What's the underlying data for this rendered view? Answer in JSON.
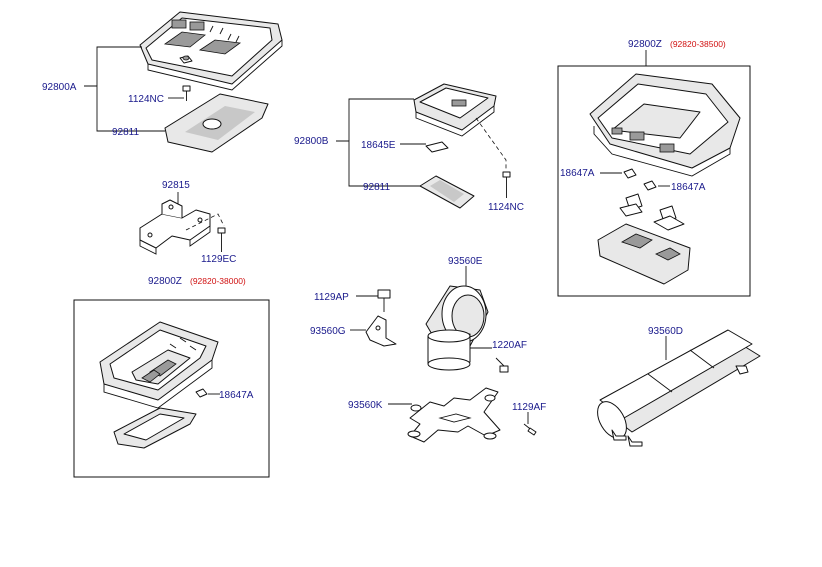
{
  "labels": {
    "a_92800A": "92800A",
    "a_1124NC": "1124NC",
    "a_92811": "92811",
    "b_92815": "92815",
    "b_1129EC": "1129EC",
    "c_92800Z": "92800Z",
    "c_sub": "(92820-38000)",
    "c_18647A": "18647A",
    "d_92800B": "92800B",
    "d_18645E": "18645E",
    "d_92811": "92811",
    "d_1124NC": "1124NC",
    "e_1129AP": "1129AP",
    "e_93560G": "93560G",
    "e_93560E": "93560E",
    "e_1220AF": "1220AF",
    "e_93560K": "93560K",
    "e_1129AF": "1129AF",
    "f_92800Z": "92800Z",
    "f_sub": "(92820-38500)",
    "f_18647A_left": "18647A",
    "f_18647A_right": "18647A",
    "g_93560D": "93560D"
  },
  "colors": {
    "label": "#1a1a8c",
    "sub_label": "#d01010",
    "line": "#111111"
  }
}
